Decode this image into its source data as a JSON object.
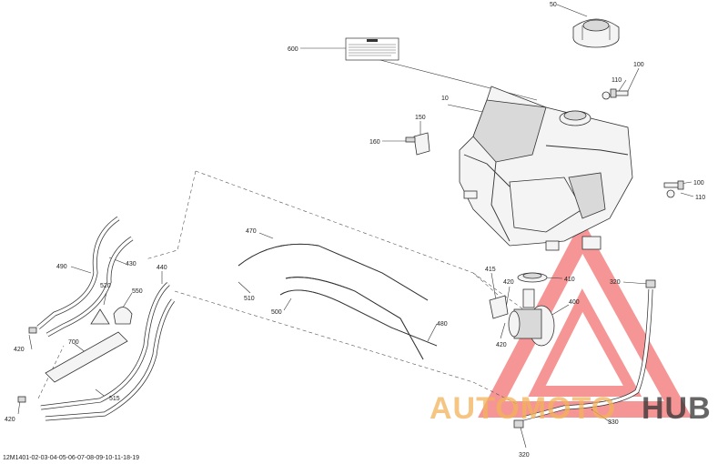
{
  "diagram_code": "12M1401-02-03-04-05-06-07-08-09-10-11-18-19",
  "watermark": {
    "part1": "AUTOMOTO",
    "part2": "HUB",
    "color1": "#f2b35a",
    "color2": "#333333",
    "triangle_color": "#f04040"
  },
  "callouts": {
    "c50": "50",
    "c600": "600",
    "c10": "10",
    "c100a": "100",
    "c110a": "110",
    "c150": "150",
    "c160": "160",
    "c100b": "100",
    "c110b": "110",
    "c470": "470",
    "c490": "490",
    "c430": "430",
    "c440": "440",
    "c520": "520",
    "c550": "550",
    "c510": "510",
    "c500": "500",
    "c480": "480",
    "c415": "415",
    "c420a": "420",
    "c410": "410",
    "c400": "400",
    "c320a": "320",
    "c420b": "420",
    "c420c": "420",
    "c700": "700",
    "c515": "515",
    "c420d": "420",
    "c330": "330",
    "c320b": "320"
  }
}
